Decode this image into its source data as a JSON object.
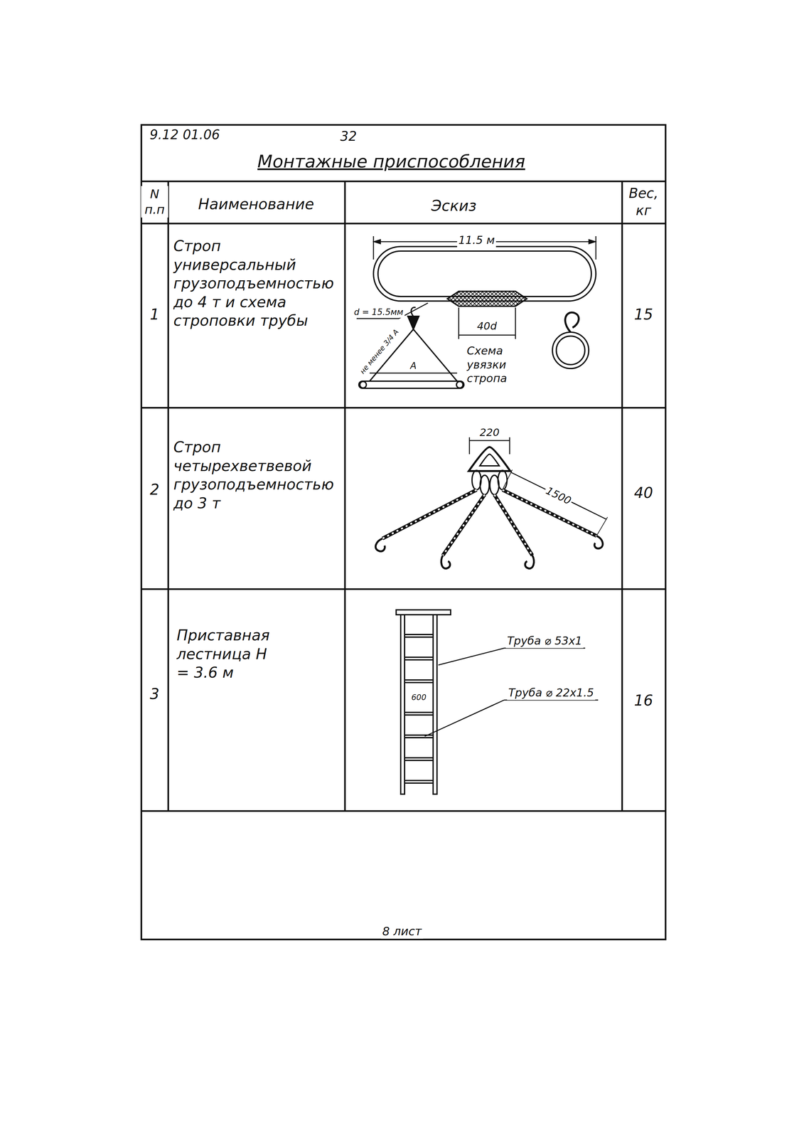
{
  "diagram": {
    "title": "Монтажные приспособления",
    "labels": [
      "9.12 01.06",
      "32",
      "N п.п",
      "Наименование",
      "Эскиз",
      "Вес, кг",
      "1",
      "Строп универсальный грузоподъемностью до 4 т и схема строповки трубы",
      "15",
      "11.5 м",
      "d = 15.5мм",
      "40d",
      "не менее 3/4 А",
      "А",
      "Схема увязки стропа",
      "2",
      "Строп четырехветвевой грузоподъемностью до 3 т",
      "40",
      "220",
      "1500",
      "3",
      "Приставная лестница H = 3.6 м",
      "16",
      "Труба ⌀ 53x1",
      "600",
      "Труба ⌀ 22x1.5",
      "8 лист"
    ]
  }
}
